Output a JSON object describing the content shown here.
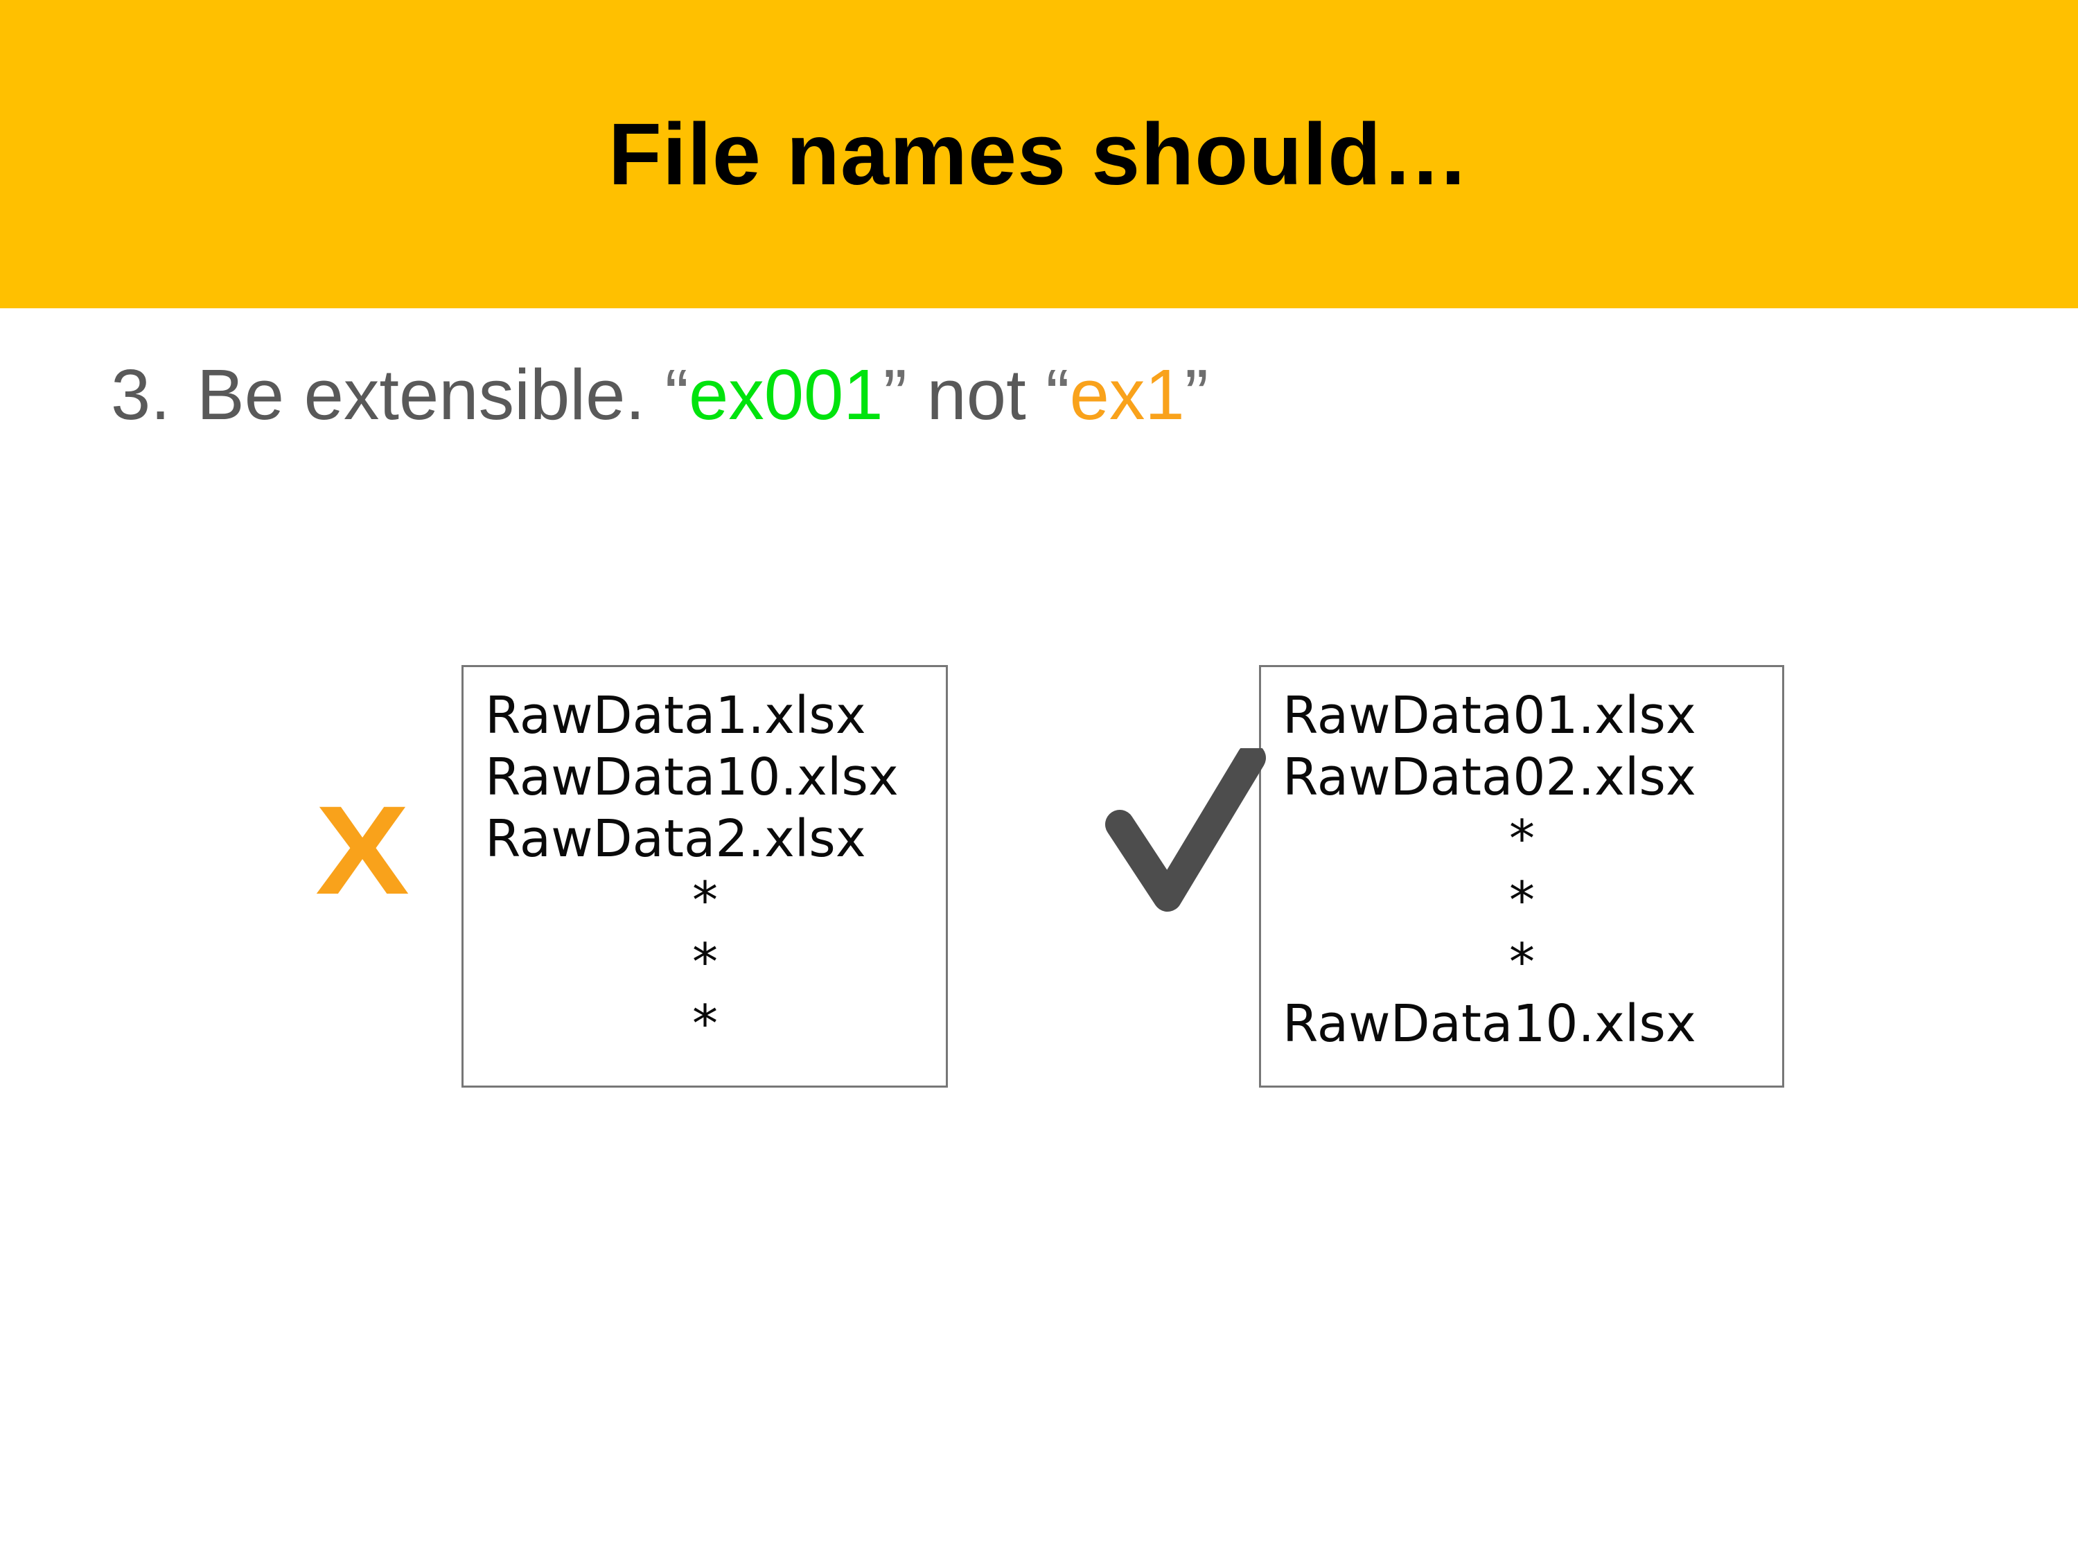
{
  "palette": {
    "banner_yellow": "#FFC000",
    "body_gray": "#595959",
    "quote_gray": "#6E6E6E",
    "good_green": "#00E30D",
    "bad_orange": "#F9A21B",
    "check_gray": "#4D4D4D",
    "box_border_gray": "#777777"
  },
  "banner": {
    "title": "File names should…"
  },
  "item": {
    "number": "3.",
    "segments": [
      {
        "text": "Be extensible. ",
        "role": "gray"
      },
      {
        "text": "“",
        "role": "quote"
      },
      {
        "text": "ex001",
        "role": "green"
      },
      {
        "text": "”",
        "role": "quote"
      },
      {
        "text": " not ",
        "role": "gray"
      },
      {
        "text": "“",
        "role": "quote"
      },
      {
        "text": "ex1",
        "role": "orange"
      },
      {
        "text": "”",
        "role": "quote"
      }
    ]
  },
  "markers": {
    "bad_mark": "X",
    "good_mark": "checkmark"
  },
  "bad_box": {
    "rows": [
      {
        "text": "RawData1.xlsx"
      },
      {
        "text": "RawData10.xlsx"
      },
      {
        "text": "RawData2.xlsx"
      },
      {
        "text": "*"
      },
      {
        "text": "*"
      },
      {
        "text": "*"
      }
    ]
  },
  "good_box": {
    "rows": [
      {
        "text": "RawData01.xlsx"
      },
      {
        "text": "RawData02.xlsx"
      },
      {
        "text": "*"
      },
      {
        "text": "*"
      },
      {
        "text": "*"
      },
      {
        "text": "RawData10.xlsx"
      }
    ]
  }
}
